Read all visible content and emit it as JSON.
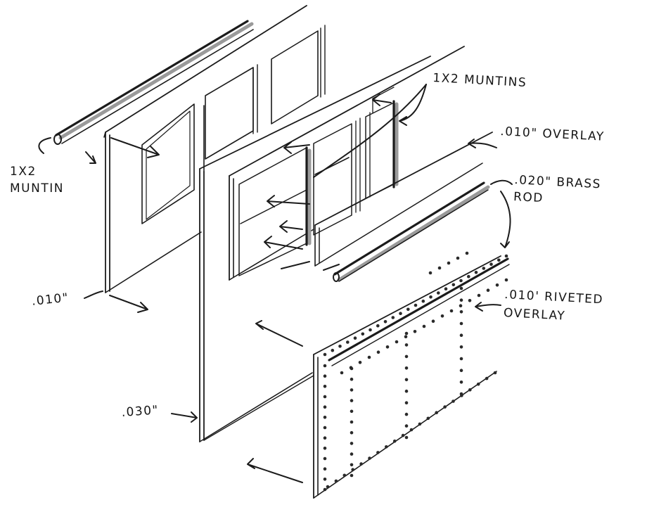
{
  "labels": {
    "muntin_1x2": "1X2\nMUNTIN",
    "muntins_1x2": "1X2 MUNTINS",
    "overlay_010": ".010\" OVERLAY",
    "brass_rod_020": ".020\" BRASS\nROD",
    "riveted_overlay_010": ".010' RIVETED\nOVERLAY",
    "base_010": ".010\"",
    "base_030": ".030\""
  }
}
